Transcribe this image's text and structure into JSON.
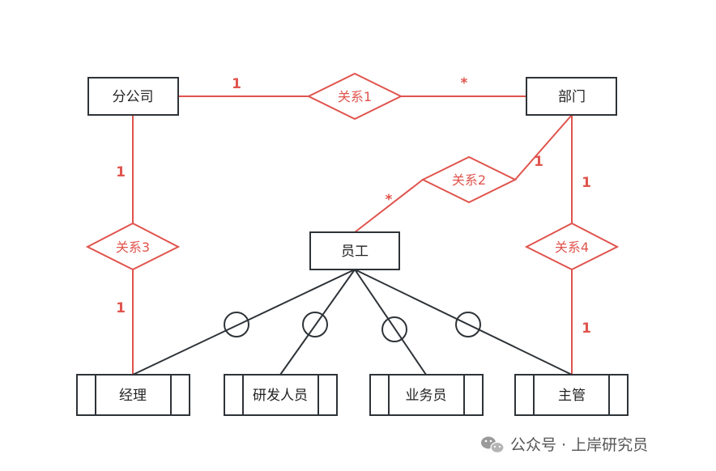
{
  "entities": {
    "branch": "分公司",
    "dept": "部门",
    "employee": "员工",
    "manager": "经理",
    "rd": "研发人员",
    "sales": "业务员",
    "supervisor": "主管"
  },
  "relations": {
    "r1": "关系1",
    "r2": "关系2",
    "r3": "关系3",
    "r4": "关系4"
  },
  "cardinalities": {
    "r1_branch": "1",
    "r1_dept": "*",
    "r2_employee": "*",
    "r2_dept": "1",
    "r3_branch": "1",
    "r3_manager": "1",
    "r4_dept": "1",
    "r4_supervisor": "1"
  },
  "watermark": {
    "text": "公众号 · 上岸研究员"
  },
  "colors": {
    "relation": "#e0544d",
    "entity": "#2e3338"
  }
}
